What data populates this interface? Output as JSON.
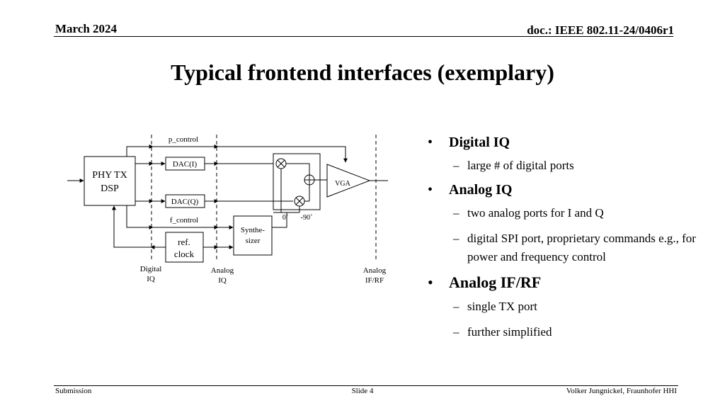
{
  "header": {
    "date": "March 2024",
    "doc": "doc.: IEEE 802.11-24/0406r1"
  },
  "title": "Typical frontend interfaces (exemplary)",
  "diagram": {
    "labels": {
      "p_control": "p_control",
      "f_control": "f_control",
      "dac_i": "DAC(I)",
      "dac_q": "DAC(Q)",
      "phy_line1": "PHY TX",
      "phy_line2": "DSP",
      "ref_line1": "ref.",
      "ref_line2": "clock",
      "synth_line1": "Synthe-",
      "synth_line2": "sizer",
      "vga": "VGA",
      "phase_0": "0˚",
      "phase_90": "-90˚",
      "digital_line1": "Digital",
      "digital_line2": "IQ",
      "analog_iq_line1": "Analog",
      "analog_iq_line2": "IQ",
      "analog_rf_line1": "Analog",
      "analog_rf_line2": "IF/RF"
    }
  },
  "bullets": [
    {
      "heading": "Digital IQ",
      "items": [
        "large # of digital ports"
      ]
    },
    {
      "heading": "Analog IQ",
      "items": [
        "two analog ports for I and Q",
        "digital SPI port, proprietary commands e.g., for power and frequency control"
      ]
    },
    {
      "heading": "Analog IF/RF",
      "items": [
        "single TX port",
        "further simplified"
      ]
    }
  ],
  "footer": {
    "left": "Submission",
    "center": "Slide 4",
    "right": "Volker Jungnickel, Fraunhofer HHI"
  }
}
